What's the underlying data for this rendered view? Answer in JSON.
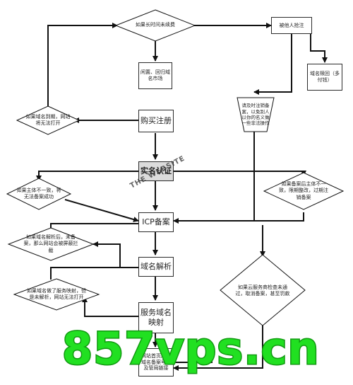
{
  "nodes": {
    "top_decision": "如果长时间未续费",
    "taken": "被他人抢注",
    "idle_market": "闲置、回归域名市场",
    "redeem": "域名赎回（多付钱）",
    "buy": "购买注册",
    "cancel_trap": "请及时注销备案，以免别人以你的名义做一些非法操作",
    "expire_decision": "如果域名到期，网站将无法打开",
    "realname": "实名认证",
    "mismatch_decision": "如果主体不一致，将无法备案成功",
    "later_mismatch_decision": "如果备案后主体不一致，限期整改，过期注销备案",
    "icp": "ICP备案",
    "unfiled_decision": "如果域名解析后，未备案，那么网站会被屏蔽拦截",
    "dns": "域名解析",
    "no_map_decision": "如果域名做了服务映射，但是未解析，网站无法打开",
    "cloud_decision": "如果云服务商检查未通过，取消备案，甚至罚款",
    "map": "服务域名映射",
    "final": "网站首页底部域名备案号以及管局链接"
  },
  "watermark": "857vps.cn",
  "stamp": "THE WEBSITE"
}
